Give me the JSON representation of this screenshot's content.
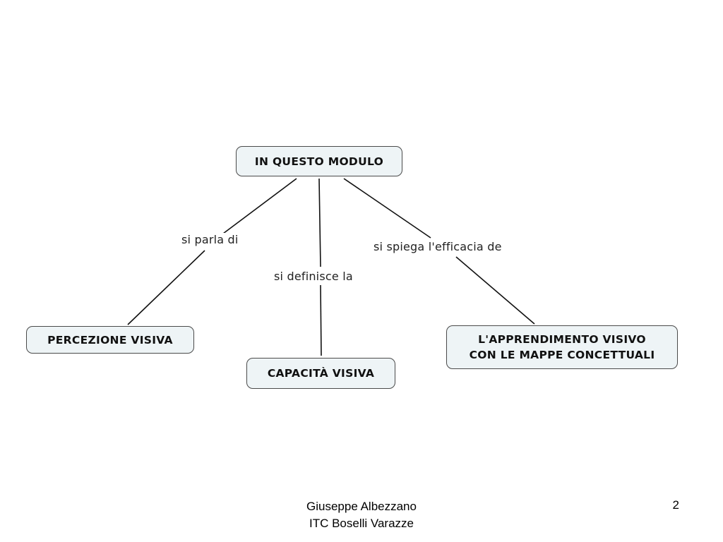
{
  "concept_map": {
    "root": "IN QUESTO MODULO",
    "nodes": {
      "perception": "PERCEZIONE VISIVA",
      "capacity": "CAPACITÀ VISIVA",
      "learning_line1": "L'APPRENDIMENTO VISIVO",
      "learning_line2": "CON LE MAPPE CONCETTUALI"
    },
    "links": {
      "to_perception": "si parla di",
      "to_capacity": "si definisce la",
      "to_learning": "si spiega l'efficacia de"
    }
  },
  "footer": {
    "author": "Giuseppe Albezzano",
    "school": "ITC Boselli Varazze",
    "page_number": "2"
  }
}
